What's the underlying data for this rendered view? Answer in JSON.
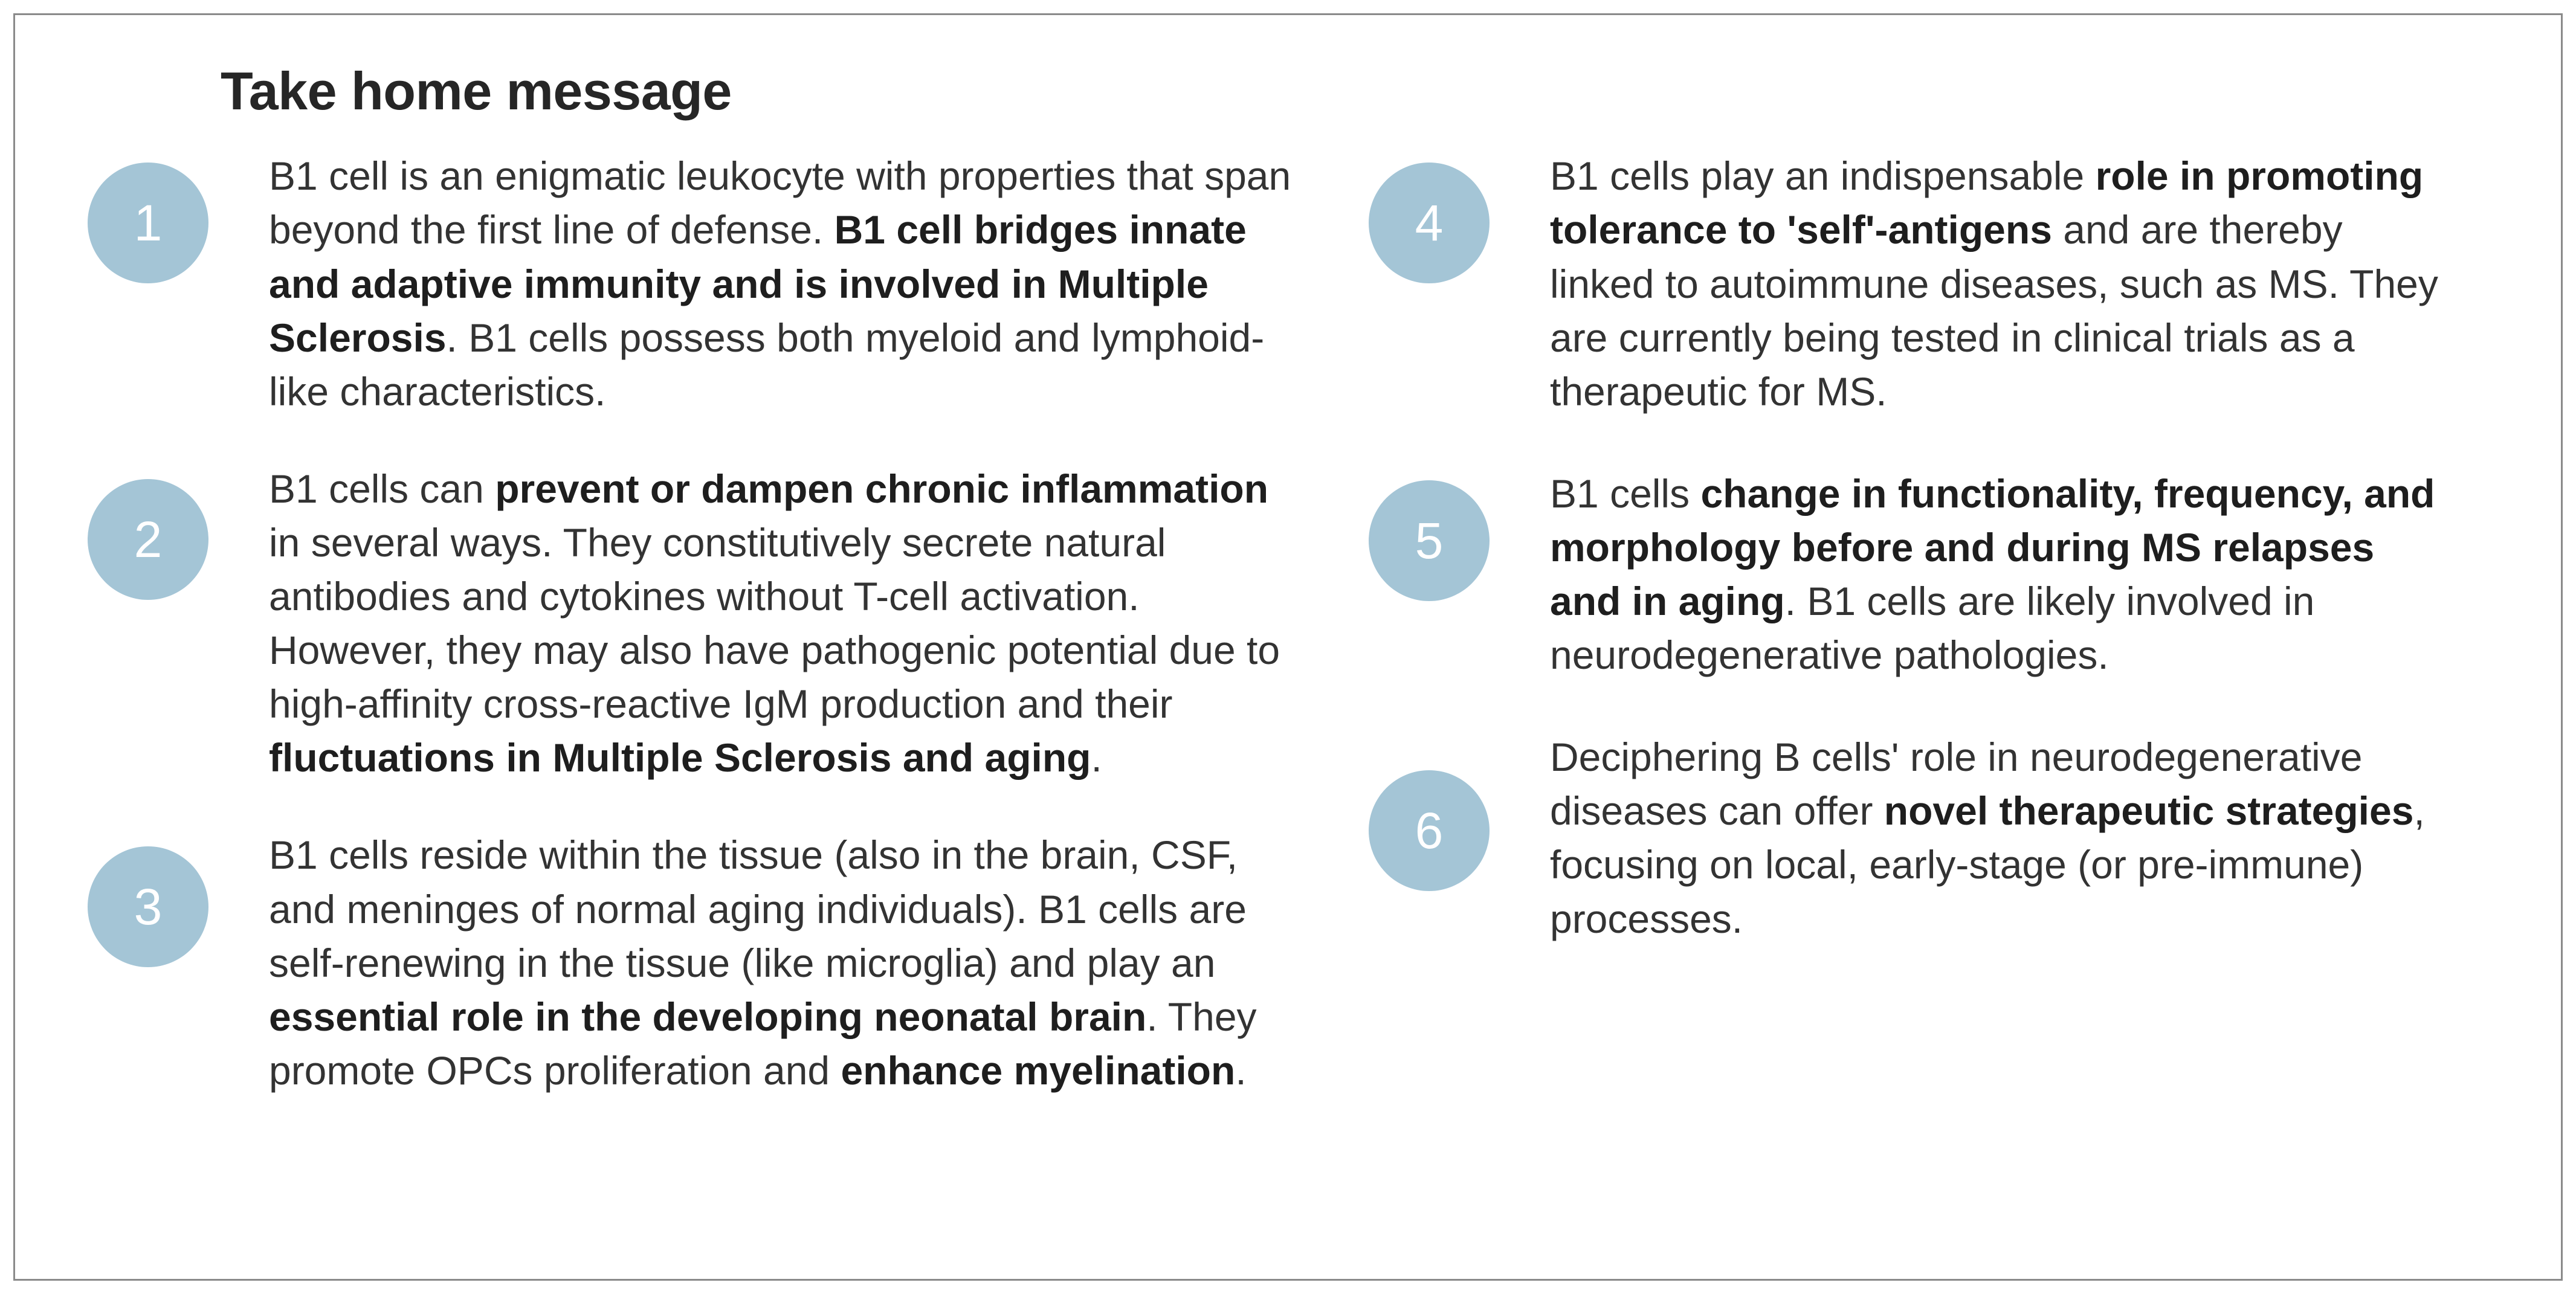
{
  "title": "Take home message",
  "theme": {
    "badge_color": "#a4c5d6",
    "badge_text_color": "#ffffff",
    "body_text_color": "#333333",
    "title_color": "#262626",
    "frame_border_color": "#8a8a8a",
    "background": "#ffffff"
  },
  "columns": {
    "left": [
      {
        "number": "1",
        "segments": [
          {
            "text": "B1 cell is an enigmatic leukocyte with properties that span beyond the first line of defense. ",
            "bold": false
          },
          {
            "text": "B1 cell bridges innate and adaptive immunity and is involved in Multiple Sclerosis",
            "bold": true
          },
          {
            "text": ". B1 cells possess both myeloid and lymphoid-like characteristics.",
            "bold": false
          }
        ]
      },
      {
        "number": "2",
        "segments": [
          {
            "text": "B1 cells can ",
            "bold": false
          },
          {
            "text": "prevent or dampen chronic inflammation",
            "bold": true
          },
          {
            "text": " in several ways. They constitutively secrete natural antibodies and cytokines without T-cell activation. However, they may also have pathogenic potential due to high-affinity cross-reactive IgM production and their ",
            "bold": false
          },
          {
            "text": "fluctuations in Multiple Sclerosis and aging",
            "bold": true
          },
          {
            "text": ".",
            "bold": false
          }
        ]
      },
      {
        "number": "3",
        "segments": [
          {
            "text": "B1 cells reside within the tissue (also in the brain, CSF, and meninges of normal aging individuals). B1 cells are self-renewing in the tissue (like microglia) and play an ",
            "bold": false
          },
          {
            "text": "essential role in the developing neonatal brain",
            "bold": true
          },
          {
            "text": ". They promote OPCs proliferation and ",
            "bold": false
          },
          {
            "text": "enhance myelination",
            "bold": true
          },
          {
            "text": ".",
            "bold": false
          }
        ]
      }
    ],
    "right": [
      {
        "number": "4",
        "segments": [
          {
            "text": "B1 cells play an indispensable ",
            "bold": false
          },
          {
            "text": "role in promoting tolerance to 'self'-antigens",
            "bold": true
          },
          {
            "text": " and are thereby linked to autoimmune diseases, such as MS. They are currently being tested in clinical trials as a therapeutic for MS.",
            "bold": false
          }
        ]
      },
      {
        "number": "5",
        "segments": [
          {
            "text": "B1 cells ",
            "bold": false
          },
          {
            "text": "change in functionality, frequency, and morphology before and during MS relapses and in aging",
            "bold": true
          },
          {
            "text": ". B1 cells are likely involved in neurodegenerative pathologies.",
            "bold": false
          }
        ]
      },
      {
        "number": "6",
        "segments": [
          {
            "text": "Deciphering B cells' role in neurodegenerative diseases can offer ",
            "bold": false
          },
          {
            "text": "novel therapeutic strategies",
            "bold": true
          },
          {
            "text": ", focusing on local, early-stage (or pre-immune) processes.",
            "bold": false
          }
        ]
      }
    ]
  }
}
